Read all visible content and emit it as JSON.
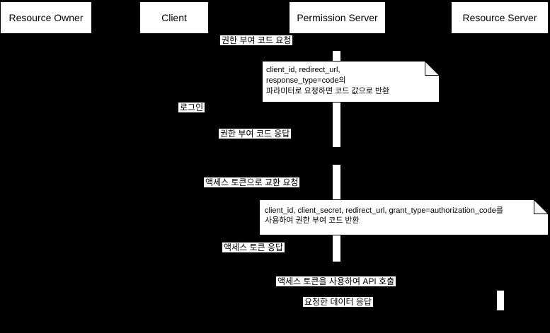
{
  "diagram": {
    "colors": {
      "background": "#000000",
      "shape_fill": "#ffffff",
      "text": "#000000",
      "note_fold": "#f5f5f5"
    },
    "actors": [
      {
        "label": "Resource Owner"
      },
      {
        "label": "Client"
      },
      {
        "label": "Permission Server"
      },
      {
        "label": "Resource Server"
      }
    ],
    "messages": [
      {
        "text": "권한 부여 코드 요청"
      },
      {
        "text": "로그인"
      },
      {
        "text": "권한 부여 코드 응답"
      },
      {
        "text": "액세스 토큰으로 교환 요청"
      },
      {
        "text": "액세스 토큰 응답"
      },
      {
        "text": "액세스 토큰을 사용하여 API 호출"
      },
      {
        "text": "요청한 데이터 응답"
      }
    ],
    "notes": [
      {
        "text": "client_id, redirect_url,\nresponse_type=code의\n파라미터로 요청하면 코드 값으로 반환"
      },
      {
        "text": "client_id, client_secret, redirect_url, grant_type=authorization_code를\n사용하여 권한 부여 코드 반환"
      }
    ]
  }
}
